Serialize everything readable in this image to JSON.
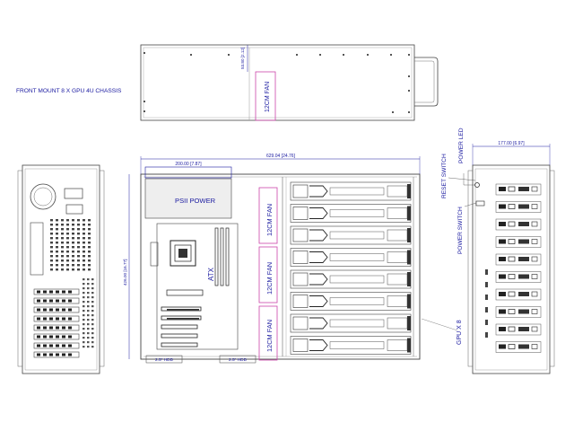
{
  "colors": {
    "ink": "#444444",
    "blue": "#1a1aa0",
    "magenta": "#cc44aa",
    "light": "#888888"
  },
  "top_view": {
    "fan_label": "12CM FAN",
    "dim_label": "53.80 [2.12]"
  },
  "title": "FRONT MOUNT 8 X GPU 4U CHASSIS",
  "side_view": {
    "width_dim": "629.04 [24.76]",
    "psu_dim": "200.00 [7.87]",
    "height_dim": "426.00 [16.77]",
    "psu_label": "PSII POWER",
    "board_label": "ATX",
    "fans": [
      "12CM FAN",
      "12CM FAN",
      "12CM FAN"
    ],
    "hdd_labels": [
      "2.5\" HDD",
      "2.5\" HDD"
    ],
    "gpu_label": "GPU X 8"
  },
  "front_view": {
    "width_dim": "177.00 [6.97]",
    "reset_label": "RESET SWITCH",
    "led_label": "POWER LED",
    "power_label": "POWER SWITCH"
  },
  "icons": [
    "motherboard-cpu-socket-icon",
    "gpu-card-icon",
    "fan-icon"
  ]
}
